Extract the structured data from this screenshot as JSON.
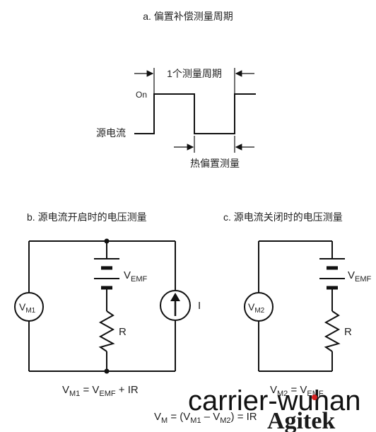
{
  "section_a": {
    "title": "a. 偏置补偿测量周期",
    "period_label": "1个测量周期",
    "on_label": "On",
    "source_label": "源电流",
    "thermal_label": "热偏置测量"
  },
  "section_b": {
    "title": "b. 源电流开启时的电压测量",
    "meter_main": "V",
    "meter_sub": "M1",
    "vemf_main": "V",
    "vemf_sub": "EMF",
    "resistor_label": "R",
    "current_label": "I",
    "eq": {
      "v": "V",
      "m1": "M1",
      "mid": " = V",
      "emf": "EMF",
      "tail": " + IR"
    }
  },
  "section_c": {
    "title": "c. 源电流关闭时的电压测量",
    "meter_main": "V",
    "meter_sub": "M2",
    "vemf_main": "V",
    "vemf_sub": "EMF",
    "resistor_label": "R",
    "eq": {
      "v": "V",
      "m2": "M2",
      "mid": " = V",
      "emf": "EMF"
    }
  },
  "final_eq": {
    "v": "V",
    "m": "M",
    "p1": " = (V",
    "m1": "M1",
    "p2": " – V",
    "m2": "M2",
    "p3": ") = IR"
  },
  "watermark": {
    "text": "carrier-wuhan",
    "logo": "Agitek"
  }
}
